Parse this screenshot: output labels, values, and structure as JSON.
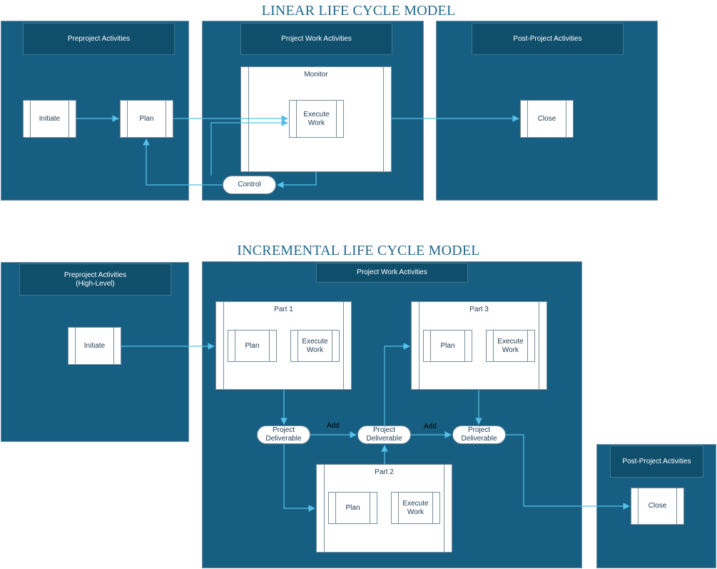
{
  "linear": {
    "title": "LINEAR LIFE CYCLE MODEL",
    "phases": {
      "pre": "Preproject Activities",
      "work": "Project Work Activities",
      "post": "Post-Project Activities"
    },
    "nodes": {
      "initiate": "Initiate",
      "plan": "Plan",
      "monitor": "Monitor",
      "execute": "Execute\nWork",
      "control": "Control",
      "close": "Close"
    }
  },
  "incremental": {
    "title": "INCREMENTAL LIFE CYCLE MODEL",
    "phases": {
      "pre": "Preproject Activities\n(High-Level)",
      "work": "Project Work Activities",
      "post": "Post-Project Activities"
    },
    "nodes": {
      "initiate": "Initiate",
      "part1": "Part 1",
      "part2": "Part 2",
      "part3": "Part 3",
      "plan": "Plan",
      "execute": "Execute\nWork",
      "deliverable": "Project\nDeliverable",
      "close": "Close"
    },
    "edge_labels": {
      "add": "Add"
    }
  },
  "colors": {
    "panel": "#165f82",
    "header": "#104f6c",
    "connector": "#56c0ea",
    "title": "#1f6a8f"
  }
}
